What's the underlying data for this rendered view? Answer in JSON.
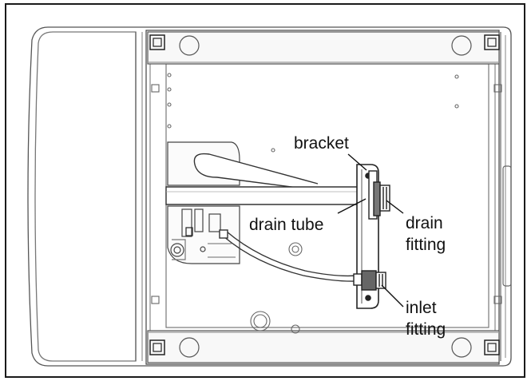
{
  "labels": {
    "bracket": "bracket",
    "drain_tube": "drain tube",
    "drain_fitting_line1": "drain",
    "drain_fitting_line2": "fitting",
    "inlet_fitting_line1": "inlet",
    "inlet_fitting_line2": "fitting"
  },
  "colors": {
    "outline": "#333333",
    "light_line": "#9a9a9a",
    "text": "#111111"
  }
}
